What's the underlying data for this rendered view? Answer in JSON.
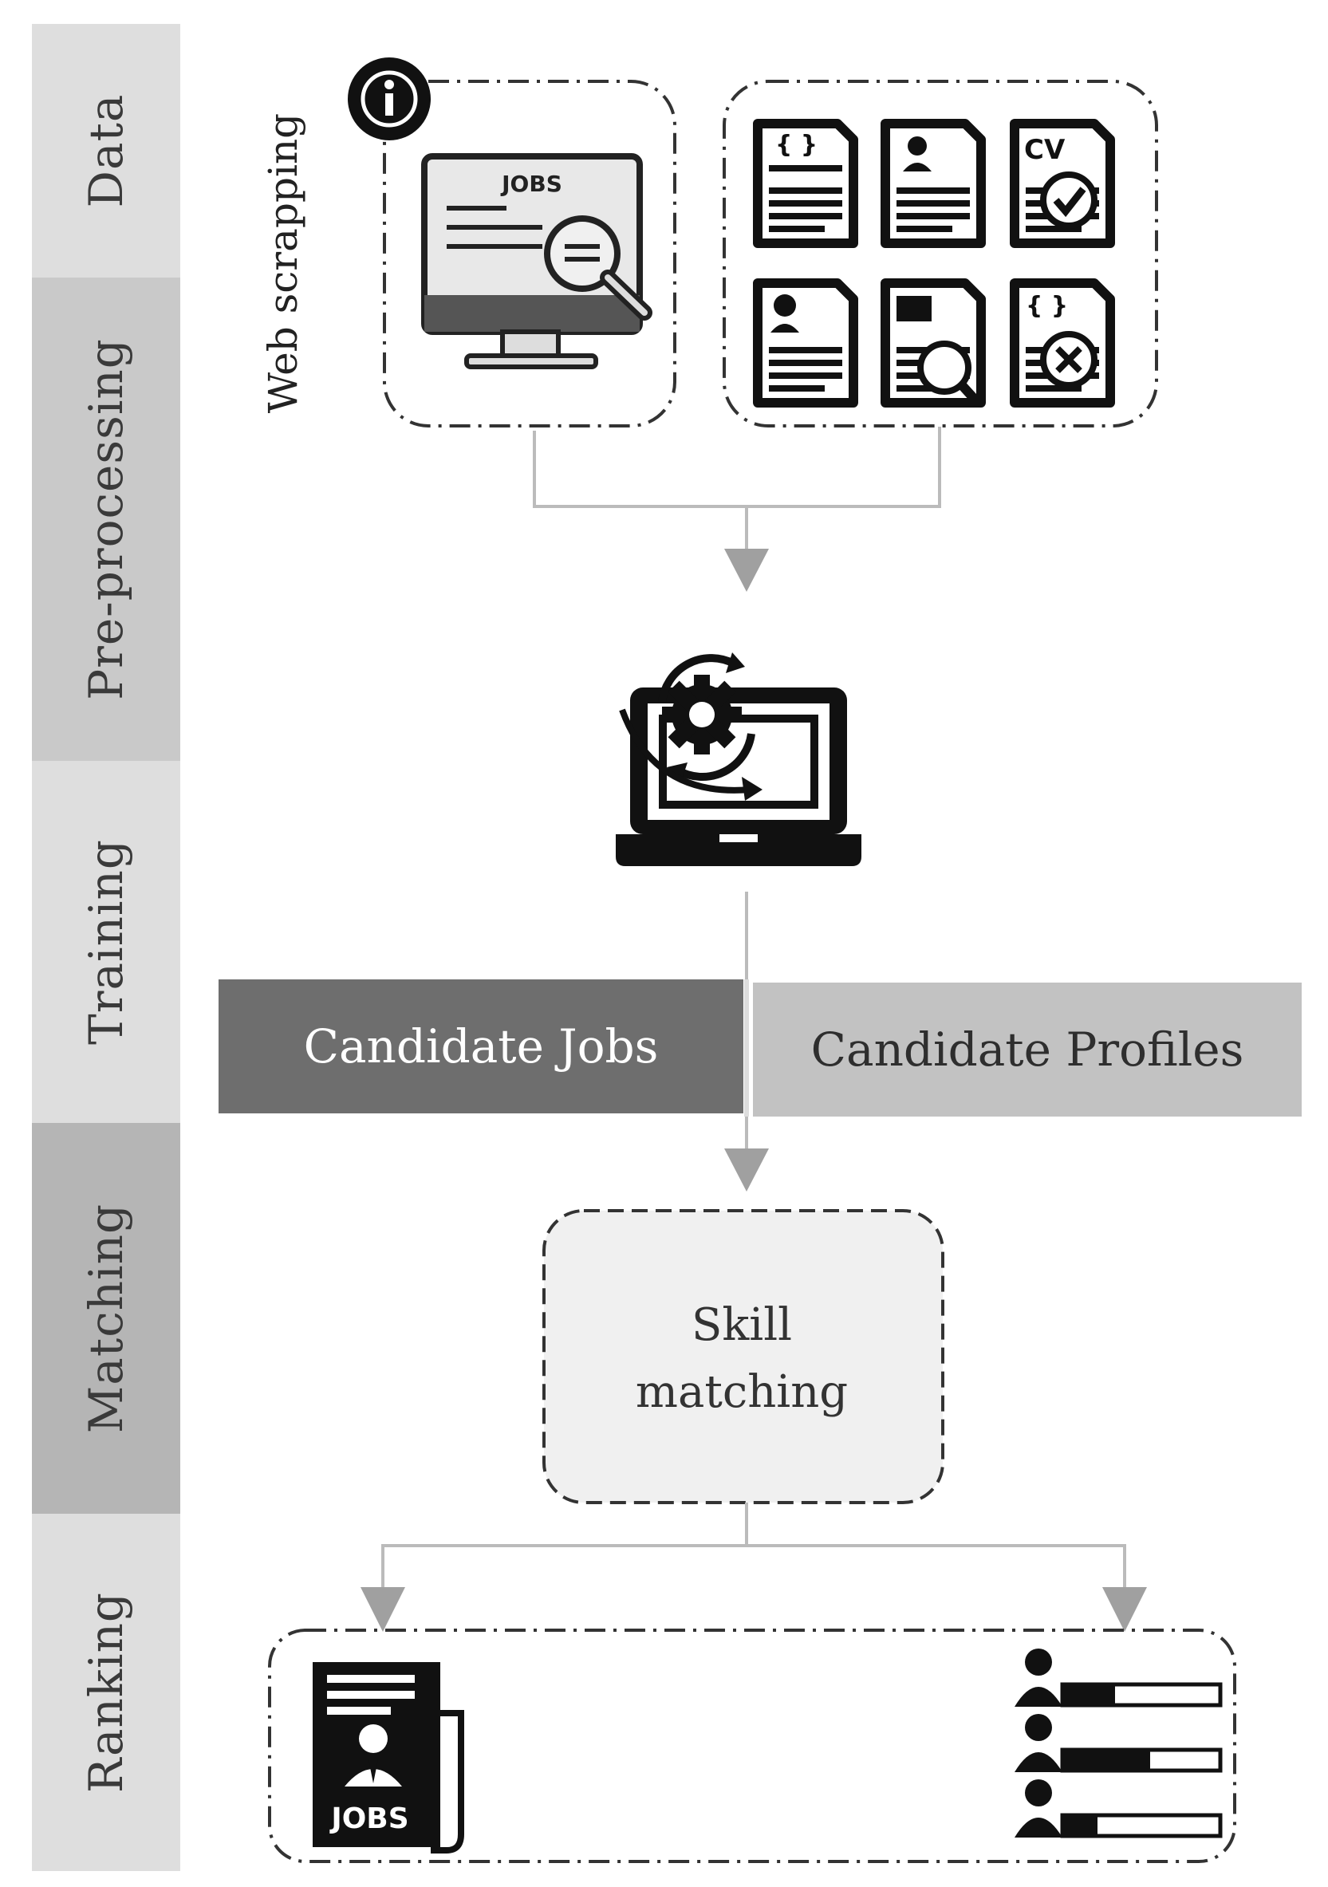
{
  "stages": [
    {
      "label": "Data",
      "color": "#dedede"
    },
    {
      "label": "Pre-processing",
      "color": "#c9c9c9"
    },
    {
      "label": "Training",
      "color": "#dedede"
    },
    {
      "label": "Matching",
      "color": "#b5b5b5"
    },
    {
      "label": "Ranking",
      "color": "#dedede"
    }
  ],
  "data_source": {
    "web_label": "Web scrapping",
    "monitor_text": "JOBS"
  },
  "cv_icon_text": "CV",
  "training": {
    "left_box": "Candidate Jobs",
    "right_box": "Candidate Profiles",
    "left_color": "#6e6e6e",
    "right_color": "#c2c2c2"
  },
  "matching": {
    "line1": "Skill",
    "line2": "matching"
  },
  "ranking": {
    "jobs_text": "JOBS"
  },
  "icons": [
    "info-icon",
    "monitor-jobs-icon",
    "cv-document-icon",
    "laptop-gear-icon",
    "jobs-document-icon",
    "candidate-ranking-icon",
    "down-arrow-icon"
  ]
}
